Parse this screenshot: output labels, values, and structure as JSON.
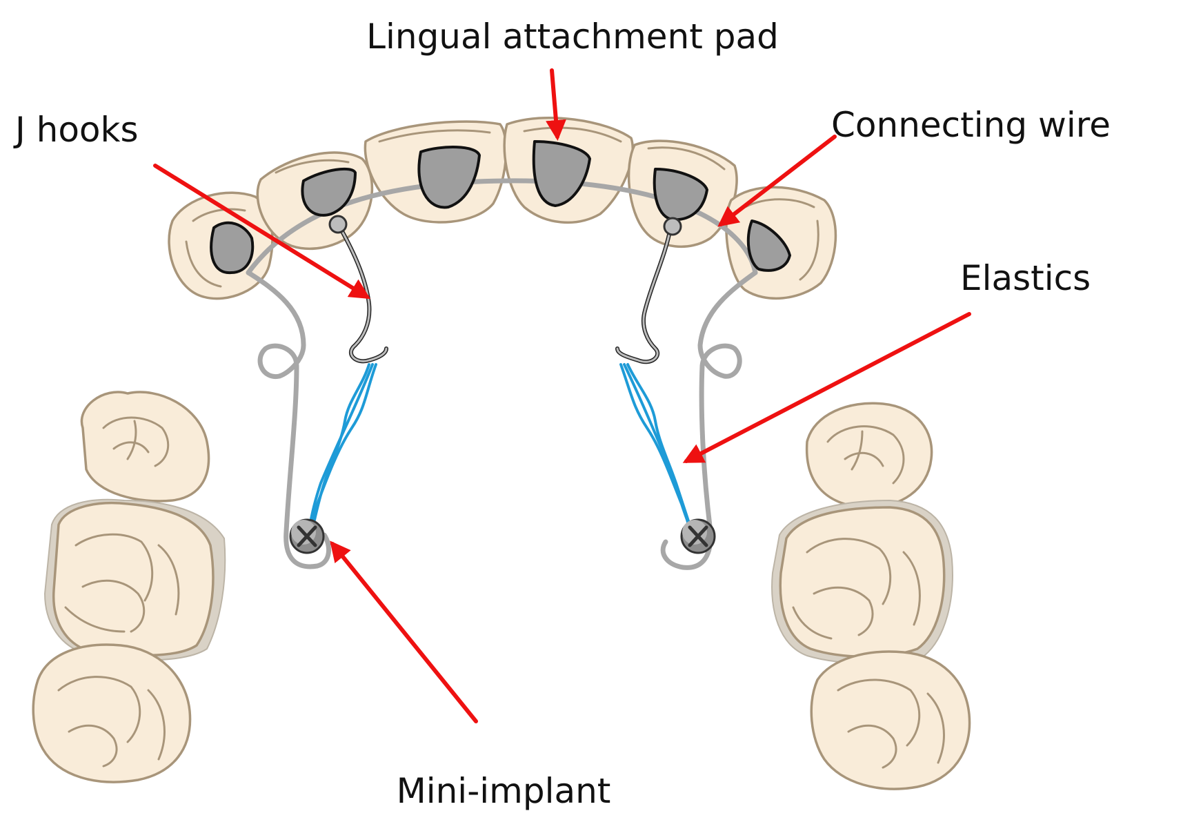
{
  "labels": {
    "lingual_pad": "Lingual attachment pad",
    "j_hooks": "J hooks",
    "connecting_wire": "Connecting wire",
    "elastics": "Elastics",
    "mini_implant": "Mini-implant"
  },
  "colors": {
    "arrow": "#ee1111",
    "elastic": "#1e9bd7",
    "tooth_fill": "#f9ecd9",
    "tooth_outline": "#a8957a",
    "pad": "#9e9e9e",
    "wire": "#a7a7a7"
  }
}
